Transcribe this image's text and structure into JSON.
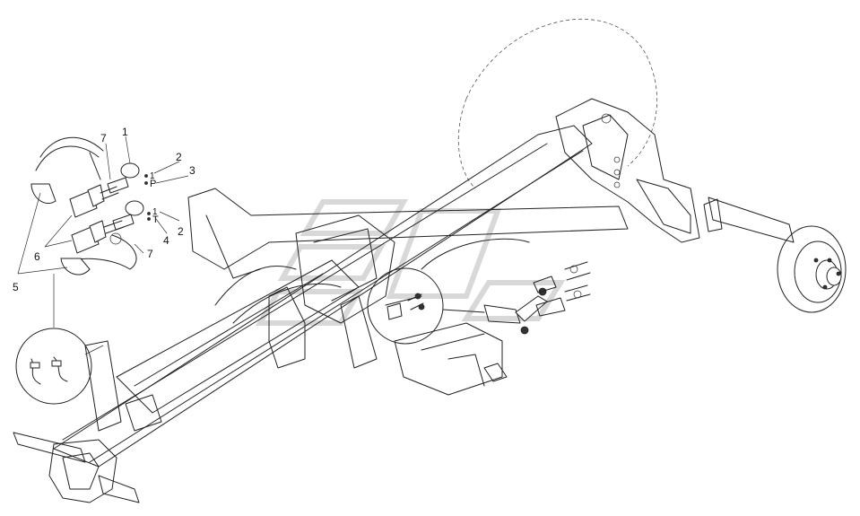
{
  "callouts": [
    {
      "id": "c1a",
      "text": "1"
    },
    {
      "id": "c7a",
      "text": "7"
    },
    {
      "id": "c2a",
      "text": "2"
    },
    {
      "id": "c3",
      "text": "3"
    },
    {
      "id": "c1b",
      "text": "1"
    },
    {
      "id": "cP",
      "text": "P"
    },
    {
      "id": "c1c",
      "text": "1"
    },
    {
      "id": "cT",
      "text": "T"
    },
    {
      "id": "c2b",
      "text": "2"
    },
    {
      "id": "c4",
      "text": "4"
    },
    {
      "id": "c6",
      "text": "6"
    },
    {
      "id": "c7b",
      "text": "7"
    },
    {
      "id": "c5",
      "text": "5"
    }
  ]
}
